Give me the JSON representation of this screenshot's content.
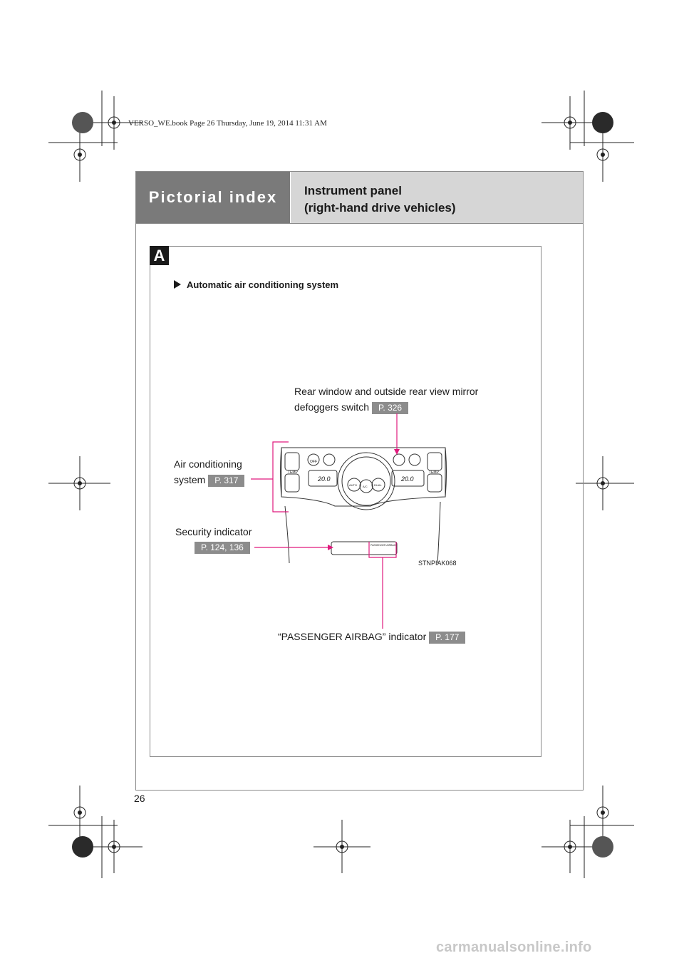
{
  "book_line": "VERSO_WE.book  Page 26  Thursday, June 19, 2014  11:31 AM",
  "header": {
    "section": "Pictorial index",
    "title_line1": "Instrument panel",
    "title_line2": "(right-hand drive vehicles)"
  },
  "section_letter": "A",
  "subheading": "Automatic air conditioning system",
  "callouts": {
    "defogger": {
      "line1": "Rear window and outside rear view mirror",
      "line2": "defoggers switch",
      "ref": "P. 326"
    },
    "aircon": {
      "line1": "Air conditioning",
      "line2": "system",
      "ref": "P. 317"
    },
    "security": {
      "label": "Security indicator",
      "ref": "P. 124, 136"
    },
    "airbag": {
      "label": "“PASSENGER AIRBAG” indicator",
      "ref": "P. 177"
    }
  },
  "panel_labels": {
    "temp_left": "TEMP",
    "temp_right": "TEMP",
    "off": "OFF",
    "display_left": "20.0",
    "display_right": "20.0",
    "auto": "AUTO",
    "ac": "A/C",
    "dual": "DUAL",
    "passenger_airbag": "PASSENGER AIRBAG"
  },
  "figure_code": "STNPIAK068",
  "page_number": "26",
  "watermark": "carmanualsonline.info",
  "colors": {
    "leader": "#e0197d",
    "ref_bg": "#8c8c8c",
    "header_dark": "#7a7a7a",
    "header_light": "#d6d6d6"
  }
}
